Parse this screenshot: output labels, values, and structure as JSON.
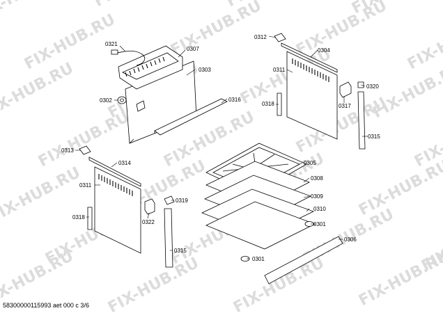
{
  "watermark": "FIX-HUB.RU",
  "footer": "58300000115993 aet 000 c 3/6",
  "labels": {
    "p0321": "0321",
    "p0307": "0307",
    "p0303": "0303",
    "p0302": "0302",
    "p0316": "0316",
    "p0312": "0312",
    "p0304": "0304",
    "p0311a": "0311",
    "p0320": "0320",
    "p0318a": "0318",
    "p0317": "0317",
    "p0315a": "0315",
    "p0313": "0313",
    "p0314": "0314",
    "p0311b": "0311",
    "p0305": "0305",
    "p0308": "0308",
    "p0309": "0309",
    "p0319": "0319",
    "p0318b": "0318",
    "p0322": "0322",
    "p0310": "0310",
    "p0301a": "0301",
    "p0306": "0306",
    "p0315b": "0315",
    "p0301b": "0301"
  }
}
